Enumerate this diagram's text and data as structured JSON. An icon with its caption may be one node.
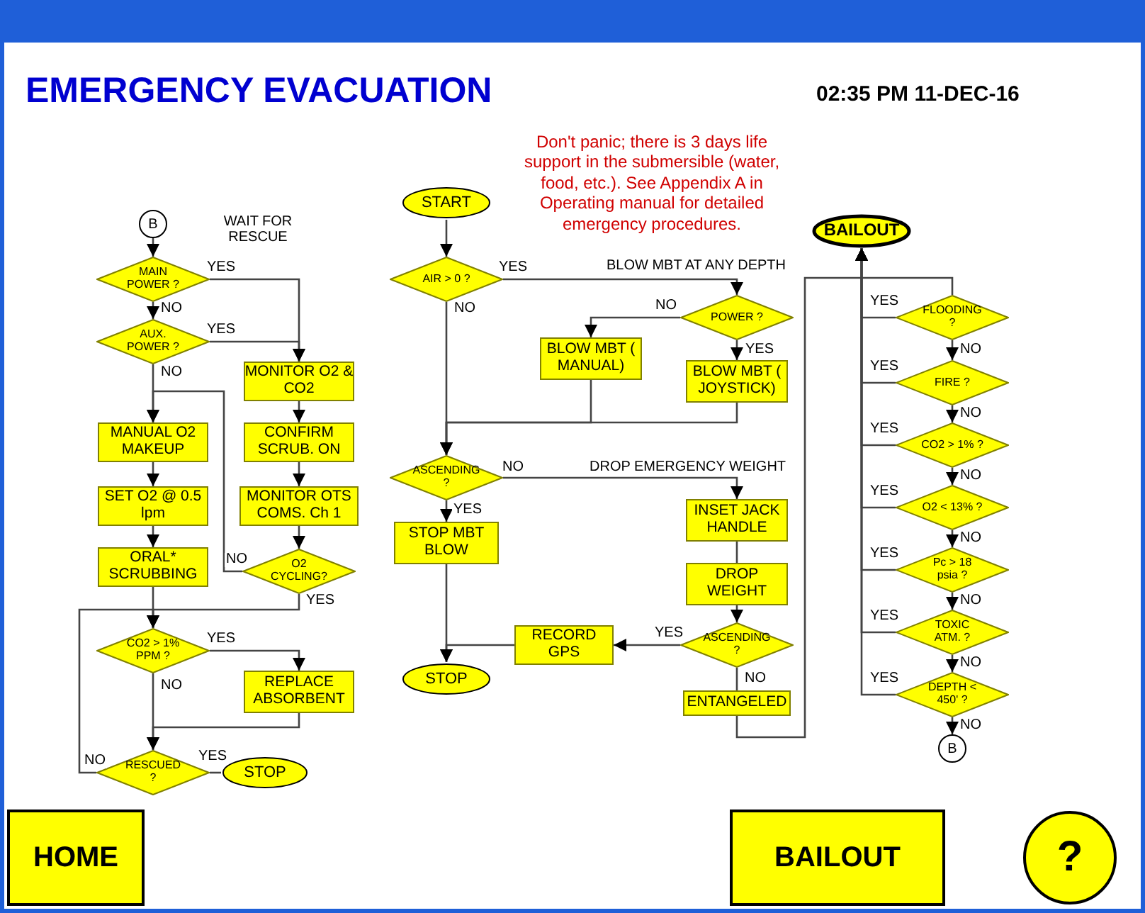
{
  "diagram": {
    "title": "EMERGENCY EVACUATION",
    "nodes": [
      {
        "text": [
          "B"
        ]
      },
      {
        "text": [
          "MAIN POWER ?"
        ]
      },
      {
        "text": [
          "AUX. POWER ?"
        ]
      },
      {
        "text": [
          "MONITOR O2 & CO2"
        ]
      },
      {
        "text": [
          "MANUAL O2 MAKEUP"
        ]
      },
      {
        "text": [
          "CONFIRM SCRUB. ON"
        ]
      },
      {
        "text": [
          "SET O2 @ 0.5 lpm"
        ]
      },
      {
        "text": [
          "MONITOR OTS COMS. Ch 1"
        ]
      },
      {
        "text": [
          "ORAL* SCRUBBING"
        ]
      },
      {
        "text": [
          "O2 CYCLING?"
        ]
      },
      {
        "text": [
          "CO2 > 1% PPM ?"
        ]
      },
      {
        "text": [
          "REPLACE ABSORBENT"
        ]
      },
      {
        "text": [
          "RESCUED ?"
        ]
      },
      {
        "text": [
          "STOP"
        ]
      },
      {
        "text": [
          "START"
        ]
      },
      {
        "text": [
          "AIR > 0 ?"
        ]
      },
      {
        "text": [
          "POWER ?"
        ]
      },
      {
        "text": [
          "BLOW MBT ( MANUAL)"
        ]
      },
      {
        "text": [
          "BLOW MBT ( JOYSTICK)"
        ]
      },
      {
        "text": [
          "ASCENDING ?"
        ]
      },
      {
        "text": [
          "STOP MBT BLOW"
        ]
      },
      {
        "text": [
          "INSET JACK HANDLE"
        ]
      },
      {
        "text": [
          "DROP WEIGHT"
        ]
      },
      {
        "text": [
          "RECORD GPS"
        ]
      },
      {
        "text": [
          "ASCENDING ?"
        ]
      },
      {
        "text": [
          "STOP"
        ]
      },
      {
        "text": [
          "ENTANGELED"
        ]
      },
      {
        "text": [
          "BAILOUT"
        ]
      },
      {
        "text": [
          "FLOODING ?"
        ]
      },
      {
        "text": [
          "FIRE ?"
        ]
      },
      {
        "text": [
          "CO2 > 1% ?"
        ]
      },
      {
        "text": [
          "O2 < 13% ?"
        ]
      },
      {
        "text": [
          "Pc > 18 psia ?"
        ]
      },
      {
        "text": [
          "TOXIC ATM. ?"
        ]
      },
      {
        "text": [
          "DEPTH < 450' ?"
        ]
      },
      {
        "text": [
          "B"
        ]
      }
    ],
    "edges": [
      {
        "from": 0,
        "to": 1,
        "arrow": "to"
      },
      {
        "from": 1,
        "to": 3,
        "arrow": "to",
        "label": "YES"
      },
      {
        "from": 1,
        "to": 2,
        "arrow": "to",
        "label": "NO"
      },
      {
        "from": 2,
        "to": 3,
        "arrow": "to",
        "label": "YES"
      },
      {
        "from": 2,
        "to": 4,
        "arrow": "to",
        "label": "NO"
      },
      {
        "from": 3,
        "to": 5,
        "arrow": "to"
      },
      {
        "from": 5,
        "to": 7,
        "arrow": "to"
      },
      {
        "from": 7,
        "to": 9,
        "arrow": "to"
      },
      {
        "from": 9,
        "to": 4,
        "arrow": "to",
        "label": "NO"
      },
      {
        "from": 9,
        "to": 10,
        "arrow": "to",
        "label": "YES"
      },
      {
        "from": 4,
        "to": 6,
        "arrow": "to"
      },
      {
        "from": 6,
        "to": 8,
        "arrow": "to"
      },
      {
        "from": 8,
        "to": 10,
        "arrow": "to"
      },
      {
        "from": 10,
        "to": 11,
        "arrow": "to",
        "label": "YES"
      },
      {
        "from": 10,
        "to": 12,
        "arrow": "to",
        "label": "NO"
      },
      {
        "from": 11,
        "to": 12,
        "arrow": "to"
      },
      {
        "from": 12,
        "to": 13,
        "arrow": "none",
        "label": "YES"
      },
      {
        "from": 12,
        "to": 10,
        "arrow": "to",
        "label": "NO"
      },
      {
        "from": 14,
        "to": 15,
        "arrow": "to"
      },
      {
        "from": 15,
        "to": 16,
        "arrow": "to",
        "label": "YES"
      },
      {
        "from": 15,
        "to": 19,
        "arrow": "to",
        "label": "NO"
      },
      {
        "from": 16,
        "to": 17,
        "arrow": "to",
        "label": "NO"
      },
      {
        "from": 16,
        "to": 18,
        "arrow": "to",
        "label": "YES"
      },
      {
        "from": 17,
        "to": 19,
        "arrow": "to"
      },
      {
        "from": 18,
        "to": 19,
        "arrow": "to"
      },
      {
        "from": 19,
        "to": 20,
        "arrow": "to",
        "label": "YES"
      },
      {
        "from": 19,
        "to": 21,
        "arrow": "to",
        "label": "NO"
      },
      {
        "from": 21,
        "to": 22,
        "arrow": "none"
      },
      {
        "from": 22,
        "to": 24,
        "arrow": "to"
      },
      {
        "from": 24,
        "to": 23,
        "arrow": "to",
        "label": "YES"
      },
      {
        "from": 23,
        "to": 25,
        "arrow": "to"
      },
      {
        "from": 20,
        "to": 25,
        "arrow": "to"
      },
      {
        "from": 24,
        "to": 26,
        "arrow": "none",
        "label": "NO"
      },
      {
        "from": 26,
        "to": 28,
        "arrow": "none"
      },
      {
        "from": 28,
        "to": 27,
        "arrow": "to",
        "label": "YES"
      },
      {
        "from": 28,
        "to": 29,
        "arrow": "to",
        "label": "NO"
      },
      {
        "from": 29,
        "to": 27,
        "arrow": "to",
        "label": "YES"
      },
      {
        "from": 29,
        "to": 30,
        "arrow": "to",
        "label": "NO"
      },
      {
        "from": 30,
        "to": 27,
        "arrow": "to",
        "label": "YES"
      },
      {
        "from": 30,
        "to": 31,
        "arrow": "to",
        "label": "NO"
      },
      {
        "from": 31,
        "to": 27,
        "arrow": "to",
        "label": "YES"
      },
      {
        "from": 31,
        "to": 32,
        "arrow": "to",
        "label": "NO"
      },
      {
        "from": 32,
        "to": 27,
        "arrow": "to",
        "label": "YES"
      },
      {
        "from": 32,
        "to": 33,
        "arrow": "to",
        "label": "NO"
      },
      {
        "from": 33,
        "to": 27,
        "arrow": "to",
        "label": "YES"
      },
      {
        "from": 33,
        "to": 34,
        "arrow": "to",
        "label": "NO"
      },
      {
        "from": 34,
        "to": 27,
        "arrow": "to",
        "label": "YES"
      },
      {
        "from": 34,
        "to": 35,
        "arrow": "to",
        "label": "NO"
      }
    ],
    "labels": [
      "02:35 PM 11-DEC-16",
      "Don't panic; there is 3 days life support in the submersible (water, food, etc.).  See Appendix A in Operating manual for detailed emergency procedures.",
      "WAIT FOR RESCUE",
      "BLOW MBT AT ANY DEPTH",
      "DROP EMERGENCY WEIGHT",
      "HOME",
      "BAILOUT",
      "?"
    ]
  }
}
